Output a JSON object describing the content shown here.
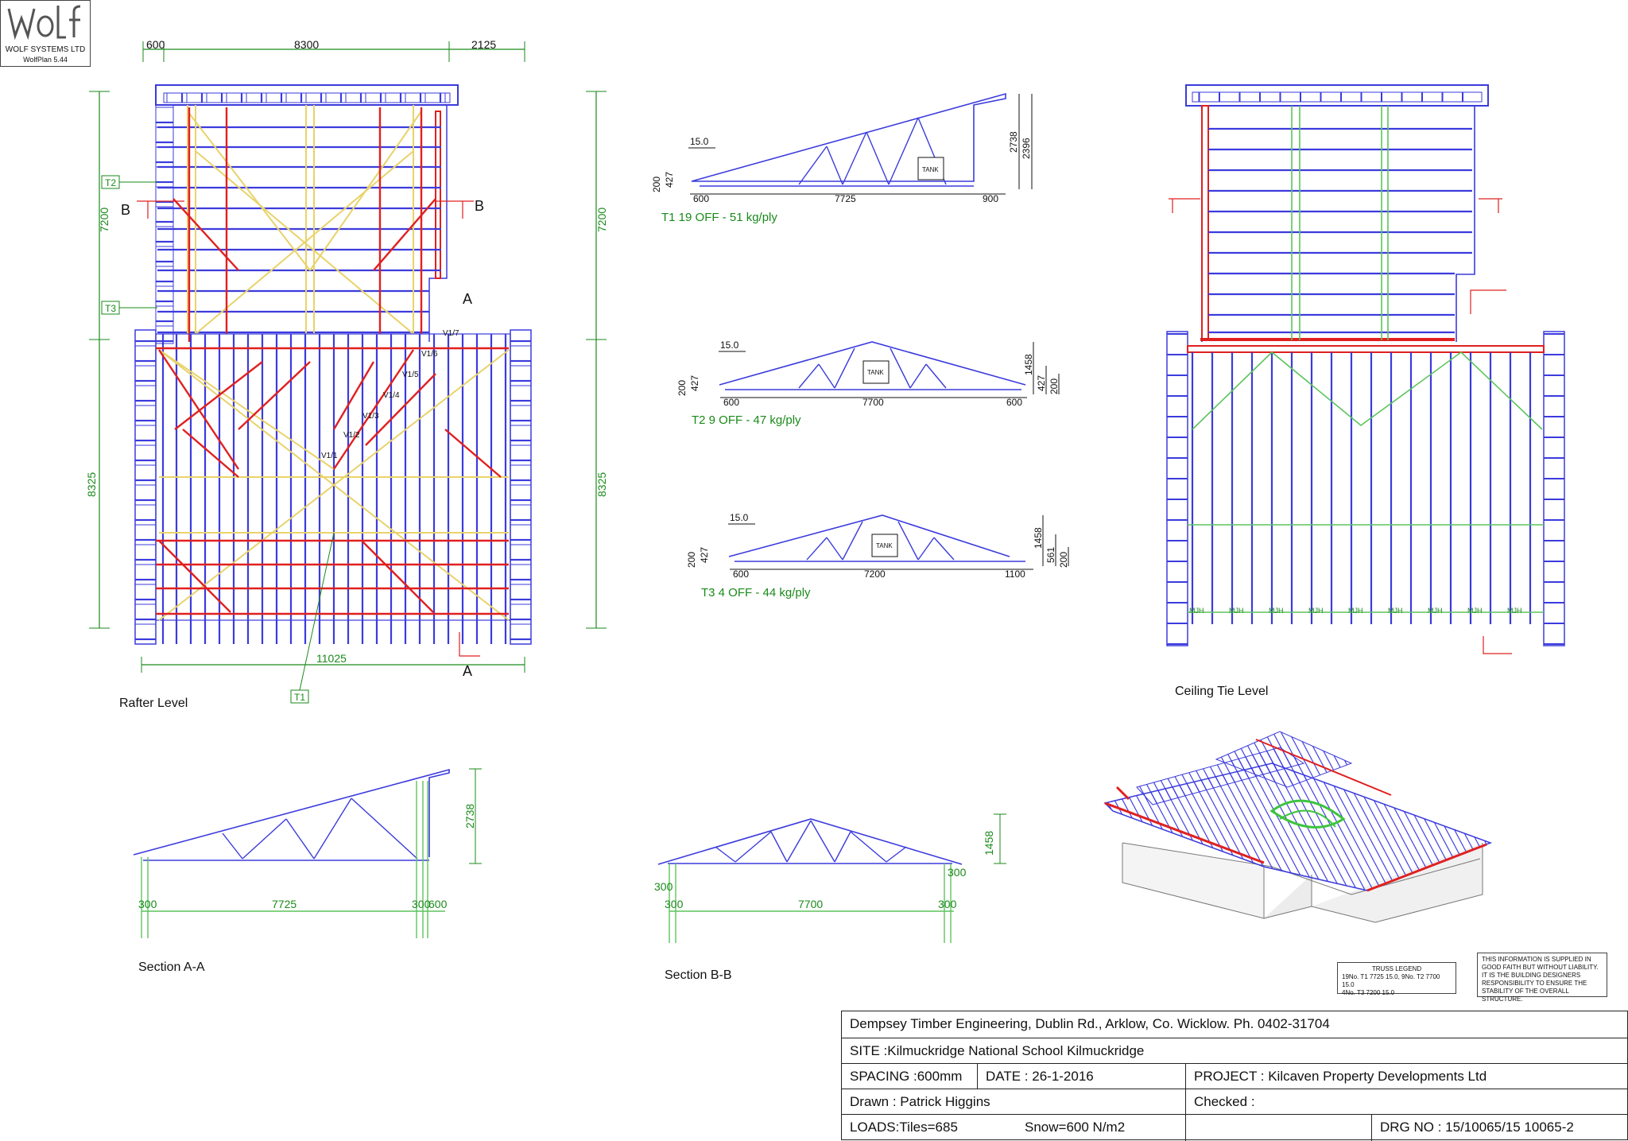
{
  "logo": {
    "mark": "wolf",
    "company": "WOLF SYSTEMS LTD",
    "version": "WolfPlan 5.44"
  },
  "rafter_level": {
    "title": "Rafter Level",
    "dims_top": [
      "600",
      "8300",
      "2125"
    ],
    "dims_left": [
      "7200",
      "8325"
    ],
    "dims_right": [
      "7200",
      "8325"
    ],
    "dim_bottom": "11025",
    "tags": [
      "T2",
      "T3",
      "T1"
    ],
    "section_labels": [
      "B",
      "B",
      "A",
      "A"
    ],
    "vlabels": [
      "V1/7",
      "V1/6",
      "V1/5",
      "V1/4",
      "V1/3",
      "V1/2",
      "V1/1"
    ]
  },
  "trusses": [
    {
      "id": "T1",
      "caption": "T1  19 OFF - 51 kg/ply",
      "pitch": "15.0",
      "left_dims": [
        "200",
        "427"
      ],
      "bottom_dims": [
        "600",
        "7725",
        "900"
      ],
      "right_dims": [
        "2738",
        "2396"
      ],
      "tank": "TANK"
    },
    {
      "id": "T2",
      "caption": "T2  9 OFF - 47 kg/ply",
      "pitch": "15.0",
      "left_dims": [
        "200",
        "427"
      ],
      "bottom_dims": [
        "600",
        "7700",
        "600"
      ],
      "right_dims": [
        "1458",
        "427",
        "200"
      ],
      "tank": "TANK"
    },
    {
      "id": "T3",
      "caption": "T3  4 OFF - 44 kg/ply",
      "pitch": "15.0",
      "left_dims": [
        "200",
        "427"
      ],
      "bottom_dims": [
        "600",
        "7200",
        "1100"
      ],
      "right_dims": [
        "1458",
        "561",
        "200"
      ],
      "tank": "TANK"
    }
  ],
  "ceiling_tie_level": {
    "title": "Ceiling Tie Level",
    "mjh_label": "MJH"
  },
  "section_aa": {
    "title": "Section A-A",
    "dims": [
      "300",
      "7725",
      "300",
      "600"
    ],
    "height": "2738"
  },
  "section_bb": {
    "title": "Section B-B",
    "dims": [
      "300",
      "300",
      "7700",
      "300",
      "300"
    ],
    "height": "1458"
  },
  "truss_legend": {
    "title": "TRUSS LEGEND",
    "line1": "19No. T1  7725 15.0, 9No.  T2  7700 15.0",
    "line2": "4No.  T3  7200 15.0"
  },
  "disclaimer": "THIS INFORMATION IS SUPPLIED IN GOOD FAITH BUT WITHOUT LIABILITY. IT IS THE BUILDING DESIGNERS RESPONSIBILITY TO ENSURE THE STABILITY OF THE OVERALL STRUCTURE.",
  "title_block": {
    "company": "Dempsey Timber Engineering, Dublin Rd., Arklow, Co. Wicklow. Ph. 0402-31704",
    "site": "SITE :Kilmuckridge National School Kilmuckridge",
    "spacing": "SPACING :600mm",
    "date": "DATE : 26-1-2016",
    "project": "PROJECT : Kilcaven Property Developments Ltd",
    "drawn": "Drawn : Patrick Higgins",
    "checked": "Checked :",
    "loads": "LOADS:Tiles=685",
    "snow": "Snow=600 N/m2",
    "drg": "DRG NO : 15/10065/15 10065-2"
  },
  "colors": {
    "truss_blue": "#3b3bdd",
    "rafter_red": "#e02020",
    "dim_green": "#1a8a1a",
    "tile_yellow": "#e8d36a"
  }
}
